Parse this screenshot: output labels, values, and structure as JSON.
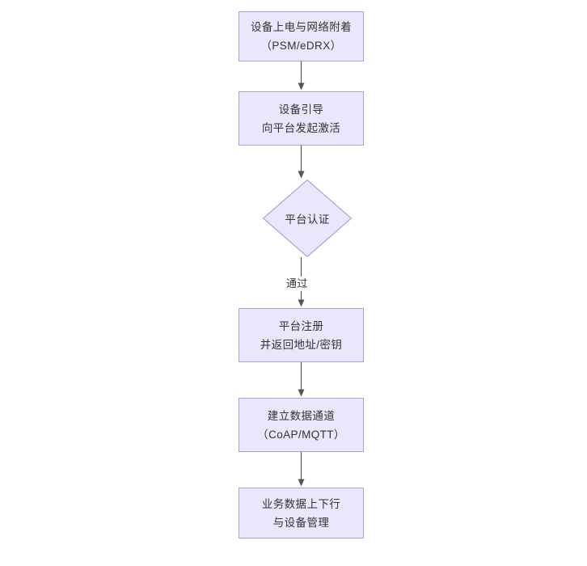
{
  "diagram": {
    "type": "flowchart",
    "orientation": "top-to-bottom",
    "colors": {
      "node_fill": "#e9e7fb",
      "node_border": "#b39ddb",
      "text": "#333333",
      "connector": "#555555",
      "background": "#ffffff"
    },
    "nodes": [
      {
        "id": "power-on",
        "shape": "rectangle",
        "lines": [
          "设备上电与网络附着",
          "（PSM/eDRX）"
        ]
      },
      {
        "id": "bootstrap",
        "shape": "rectangle",
        "lines": [
          "设备引导",
          "向平台发起激活"
        ]
      },
      {
        "id": "platform-auth",
        "shape": "diamond",
        "lines": [
          "平台认证"
        ]
      },
      {
        "id": "platform-register",
        "shape": "rectangle",
        "lines": [
          "平台注册",
          "并返回地址/密钥"
        ]
      },
      {
        "id": "data-channel",
        "shape": "rectangle",
        "lines": [
          "建立数据通道",
          "（CoAP/MQTT）"
        ]
      },
      {
        "id": "service-data",
        "shape": "rectangle",
        "lines": [
          "业务数据上下行",
          "与设备管理"
        ]
      }
    ],
    "edges": [
      {
        "from": "power-on",
        "to": "bootstrap",
        "label": ""
      },
      {
        "from": "bootstrap",
        "to": "platform-auth",
        "label": ""
      },
      {
        "from": "platform-auth",
        "to": "platform-register",
        "label": "通过"
      },
      {
        "from": "platform-register",
        "to": "data-channel",
        "label": ""
      },
      {
        "from": "data-channel",
        "to": "service-data",
        "label": ""
      }
    ]
  }
}
